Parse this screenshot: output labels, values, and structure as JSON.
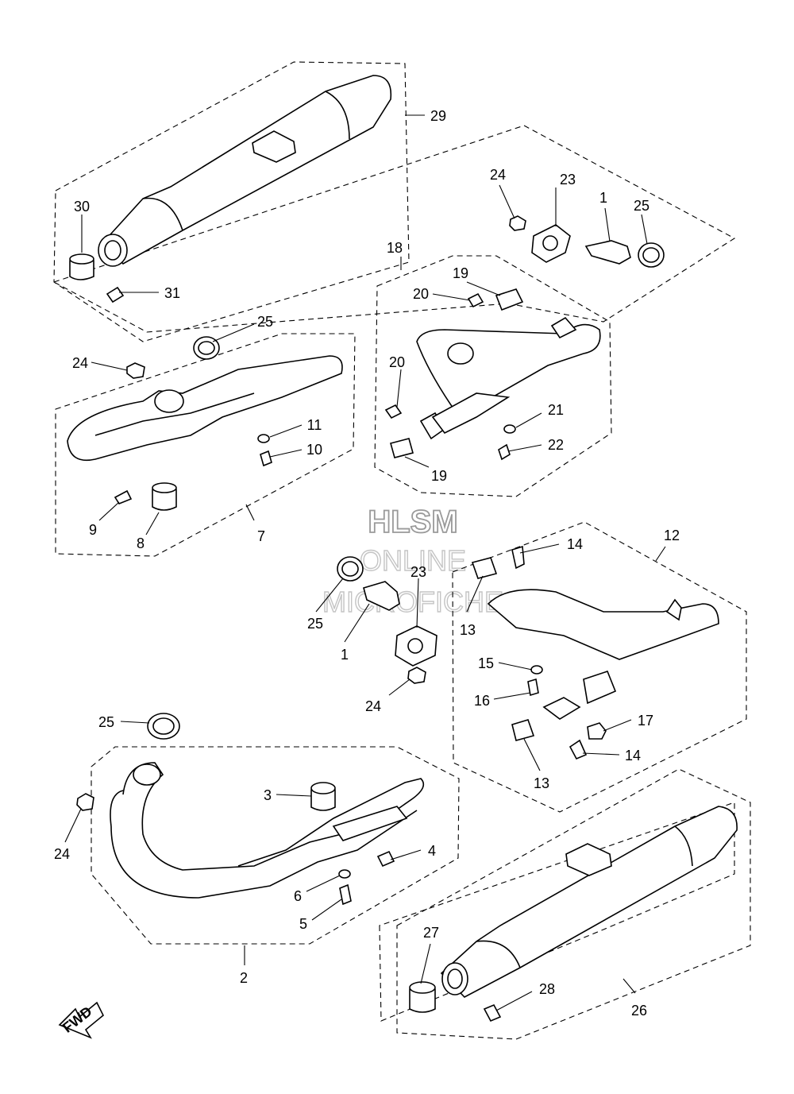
{
  "watermark": {
    "line1": "HLSM",
    "line2": "ONLINE",
    "line3": "MICROFICHE"
  },
  "fwd_label": "FWD",
  "callouts": {
    "c29": "29",
    "c30": "30",
    "c31": "31",
    "c24a": "24",
    "c23a": "23",
    "c1a": "1",
    "c25a": "25",
    "c18": "18",
    "c19a": "19",
    "c20a": "20",
    "c20b": "20",
    "c21": "21",
    "c22": "22",
    "c19b": "19",
    "c25b": "25",
    "c24b": "24",
    "c11": "11",
    "c10": "10",
    "c9": "9",
    "c8": "8",
    "c7": "7",
    "c14a": "14",
    "c12": "12",
    "c23b": "23",
    "c25c": "25",
    "c1b": "1",
    "c13a": "13",
    "c15": "15",
    "c16": "16",
    "c17": "17",
    "c14b": "14",
    "c13b": "13",
    "c24c": "24",
    "c25d": "25",
    "c3": "3",
    "c4": "4",
    "c24d": "24",
    "c6": "6",
    "c5": "5",
    "c2": "2",
    "c27": "27",
    "c28": "28",
    "c26": "26"
  }
}
